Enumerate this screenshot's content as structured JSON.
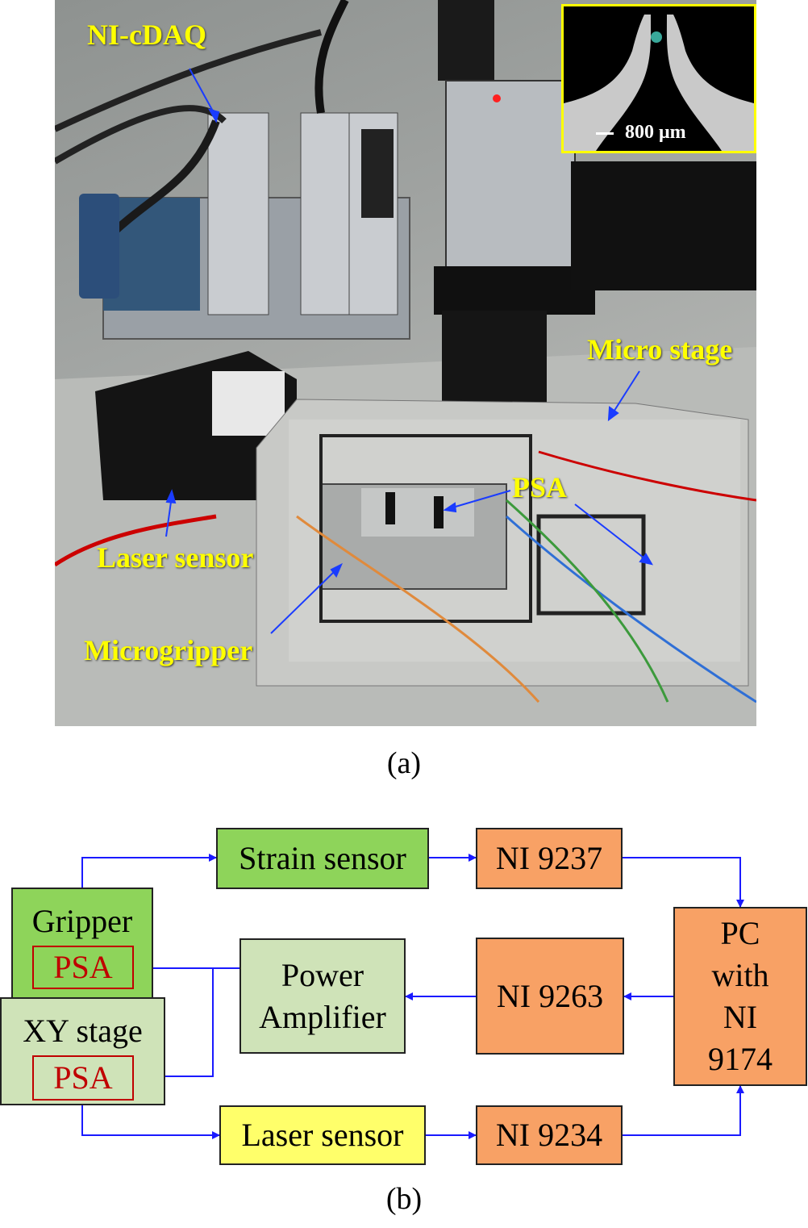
{
  "panel_a": {
    "callouts": {
      "cdaq": "NI-cDAQ",
      "micro_stage": "Micro stage",
      "psa": "PSA",
      "laser_sensor": "Laser sensor",
      "microgripper": "Microgripper"
    },
    "inset_scale": "800  μm",
    "caption": "(a)"
  },
  "panel_b": {
    "strain_sensor": "Strain sensor",
    "ni_9237": "NI 9237",
    "gripper": "Gripper",
    "gripper_psa": "PSA",
    "xy_stage": "XY stage",
    "xy_psa": "PSA",
    "power_amp_line1": "Power",
    "power_amp_line2": "Amplifier",
    "ni_9263": "NI 9263",
    "pc_line1": "PC",
    "pc_line2": "with",
    "pc_line3": "NI",
    "pc_line4": "9174",
    "laser_sensor": "Laser sensor",
    "ni_9234": "NI 9234",
    "caption": "(b)"
  },
  "colors": {
    "callout_text": "#ffff00",
    "arrow": "#1a1aff",
    "psa_text": "#c00000",
    "green_box": "#8ed45a",
    "light_green_box": "#cfe3b8",
    "orange_box": "#f8a165",
    "yellow_box": "#ffff6a"
  }
}
